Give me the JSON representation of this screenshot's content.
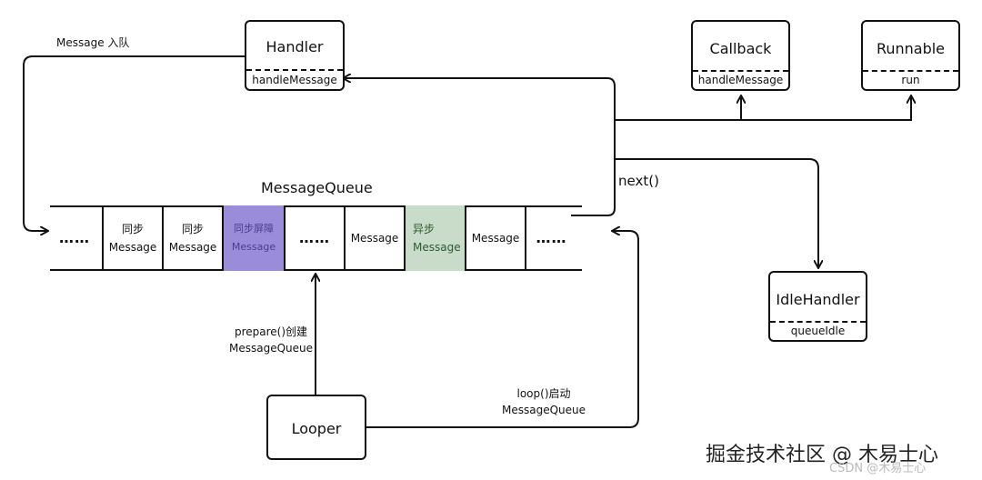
{
  "handler": {
    "title": "Handler",
    "method": "handleMessage"
  },
  "callback": {
    "title": "Callback",
    "method": "handleMessage"
  },
  "runnable": {
    "title": "Runnable",
    "method": "run"
  },
  "idle_handler": {
    "title": "IdleHandler",
    "method": "queueIdle"
  },
  "looper": {
    "title": "Looper"
  },
  "message_queue": {
    "title": "MessageQueue",
    "cells": [
      {
        "line1": "……",
        "line2": ""
      },
      {
        "line1": "同步",
        "line2": "Message"
      },
      {
        "line1": "同步",
        "line2": "Message"
      },
      {
        "line1": "同步屏障",
        "line2": "Message"
      },
      {
        "line1": "……",
        "line2": ""
      },
      {
        "line1": "Message",
        "line2": ""
      },
      {
        "line1": "异步",
        "line2": "Message"
      },
      {
        "line1": "Message",
        "line2": ""
      },
      {
        "line1": "……",
        "line2": ""
      }
    ]
  },
  "labels": {
    "enqueue": "Message 入队",
    "next": "next()",
    "prepare_line1": "prepare()创建",
    "prepare_line2": "MessageQueue",
    "loop_line1": "loop()启动",
    "loop_line2": "MessageQueue"
  },
  "watermark": {
    "main": "掘金技术社区 @ 木易士心",
    "small": "CSDN @木易士心"
  },
  "colors": {
    "barrier_fill": "#9b8cd9",
    "async_fill": "#c9dcc9",
    "line": "#111111"
  }
}
